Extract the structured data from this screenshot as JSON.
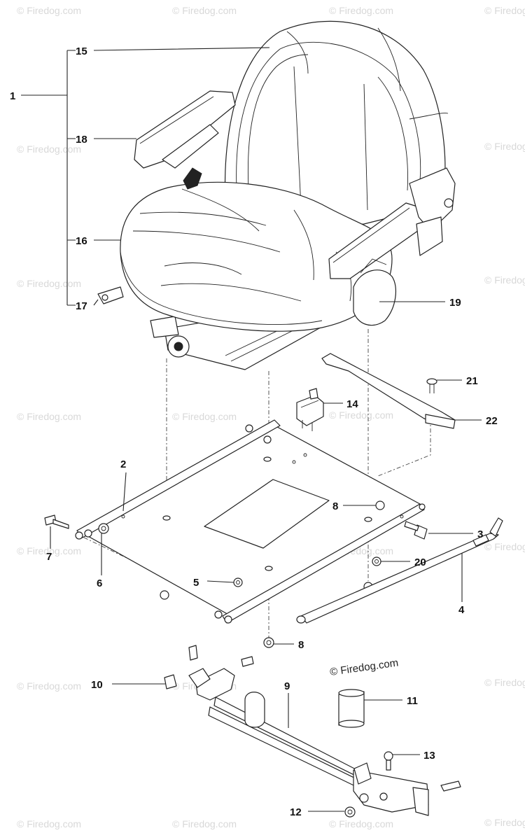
{
  "watermark": {
    "text": "© Firedog.com",
    "featured_text": "© Firedog.com"
  },
  "callouts": [
    {
      "id": "1",
      "label": "1"
    },
    {
      "id": "2",
      "label": "2"
    },
    {
      "id": "3",
      "label": "3"
    },
    {
      "id": "4",
      "label": "4"
    },
    {
      "id": "5",
      "label": "5"
    },
    {
      "id": "6",
      "label": "6"
    },
    {
      "id": "7",
      "label": "7"
    },
    {
      "id": "8a",
      "label": "8"
    },
    {
      "id": "8b",
      "label": "8"
    },
    {
      "id": "9",
      "label": "9"
    },
    {
      "id": "10",
      "label": "10"
    },
    {
      "id": "11",
      "label": "11"
    },
    {
      "id": "12",
      "label": "12"
    },
    {
      "id": "13",
      "label": "13"
    },
    {
      "id": "14",
      "label": "14"
    },
    {
      "id": "15",
      "label": "15"
    },
    {
      "id": "16",
      "label": "16"
    },
    {
      "id": "17",
      "label": "17"
    },
    {
      "id": "18",
      "label": "18"
    },
    {
      "id": "19",
      "label": "19"
    },
    {
      "id": "20",
      "label": "20"
    },
    {
      "id": "21",
      "label": "21"
    },
    {
      "id": "22",
      "label": "22"
    }
  ]
}
